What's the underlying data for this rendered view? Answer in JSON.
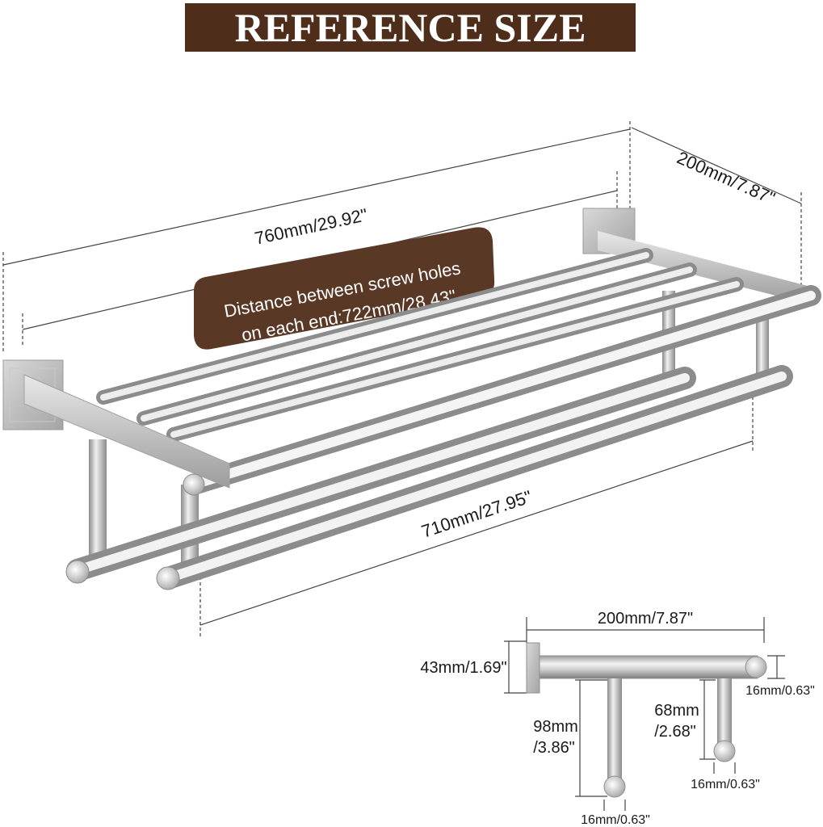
{
  "title": "REFERENCE SIZE",
  "colors": {
    "banner": "#4e2e1a",
    "callout": "#5a3826",
    "dimension_line": "#444444",
    "steel_light": "#f2f2f2",
    "steel_dark": "#8d8d8d"
  },
  "main_view": {
    "overall_length": "760mm/29.92\"",
    "depth": "200mm/7.87\"",
    "screw_hole_note": {
      "line1": "Distance between screw holes",
      "line2": "on each end:722mm/28.43\""
    },
    "bar_length": "710mm/27.95\""
  },
  "side_view": {
    "depth": "200mm/7.87\"",
    "bracket_height": "43mm/1.69\"",
    "upper_tube_diameter": "16mm/0.63\"",
    "long_drop": {
      "line1": "98mm",
      "line2": "/3.86\""
    },
    "short_drop": {
      "line1": "68mm",
      "line2": "/2.68\""
    },
    "front_bar_diameter": "16mm/0.63\"",
    "rear_bar_diameter": "16mm/0.63\""
  }
}
